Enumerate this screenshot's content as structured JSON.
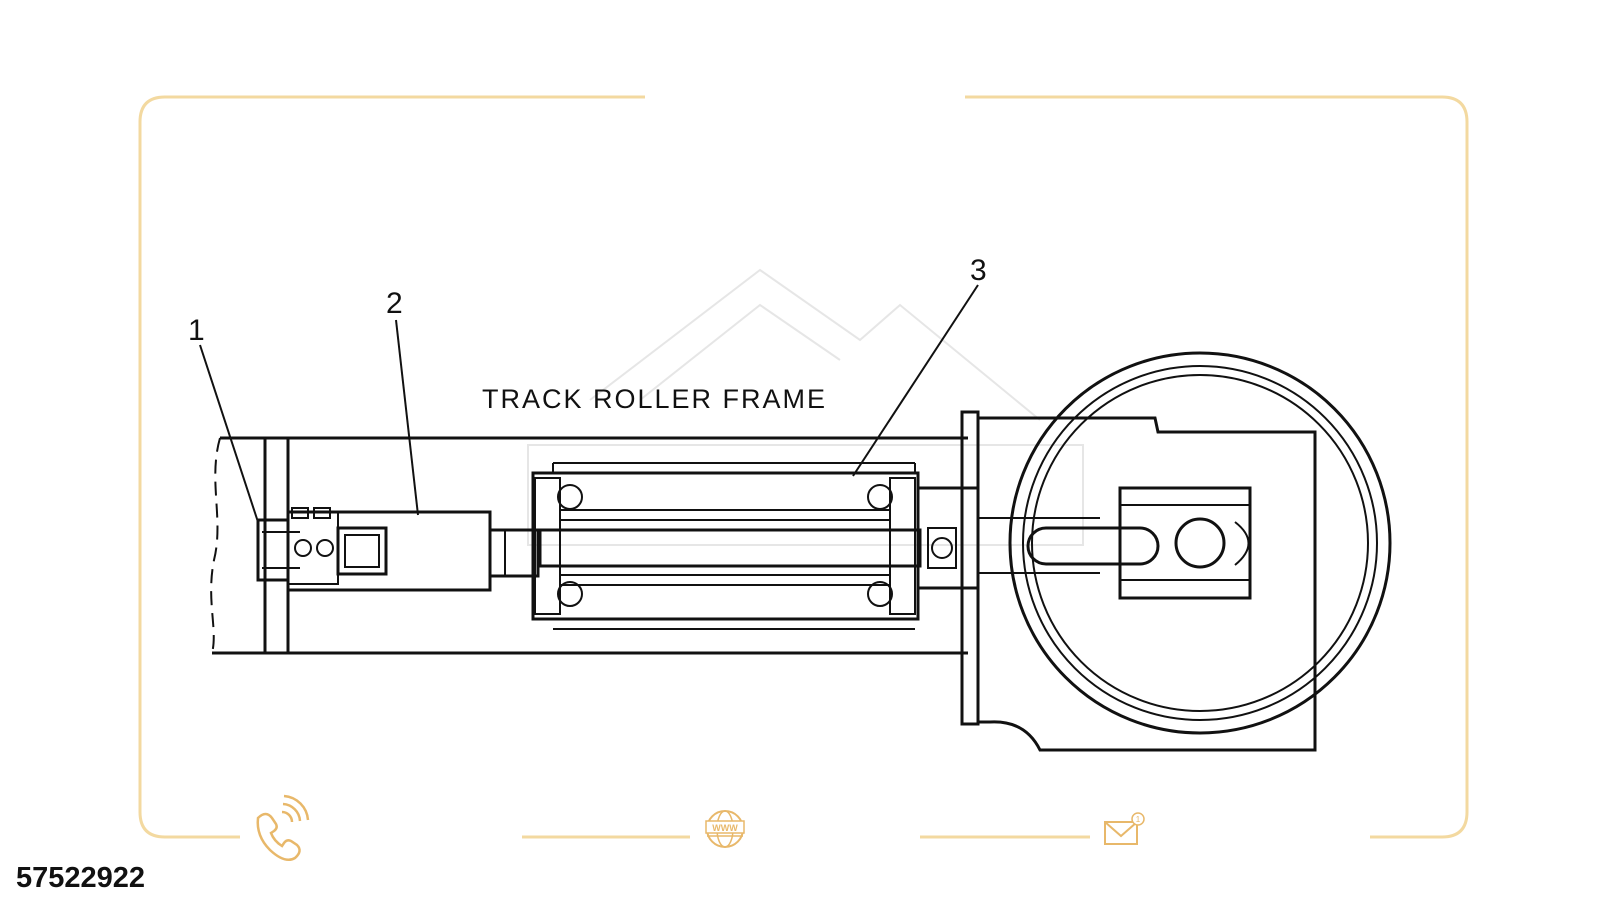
{
  "diagram": {
    "title": "TRACK ROLLER FRAME",
    "callouts": [
      "1",
      "2",
      "3"
    ]
  },
  "footer": {
    "part_number": "57522922",
    "icons": [
      "phone-icon",
      "globe-icon",
      "mail-icon"
    ],
    "globe_text": "WWW",
    "mail_badge": "1"
  },
  "colors": {
    "frame_border": "#f3d9a0",
    "icon": "#e8b86a",
    "line": "#111111"
  }
}
